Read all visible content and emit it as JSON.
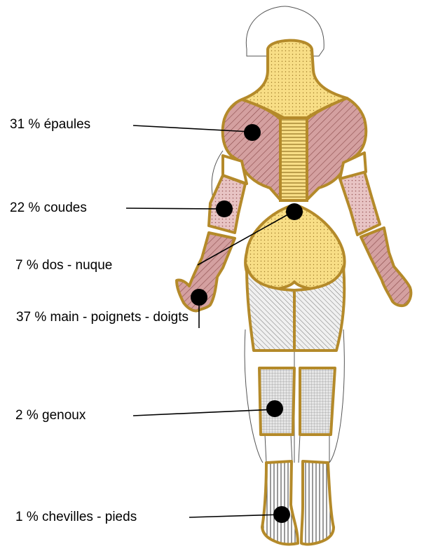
{
  "labels": {
    "shoulders": "31 % épaules",
    "elbows": "22 % coudes",
    "back_neck": "7 % dos - nuque",
    "hand_wrist_fingers": "37 % main - poignets - doigts",
    "knees": "2 % genoux",
    "ankles_feet": "1 % chevilles - pieds"
  },
  "colors": {
    "outline": "#b48a2a",
    "pink": "#d4a0a0",
    "yellow": "#f8de86",
    "grey": "#d6d6d6",
    "marker": "#000000"
  }
}
